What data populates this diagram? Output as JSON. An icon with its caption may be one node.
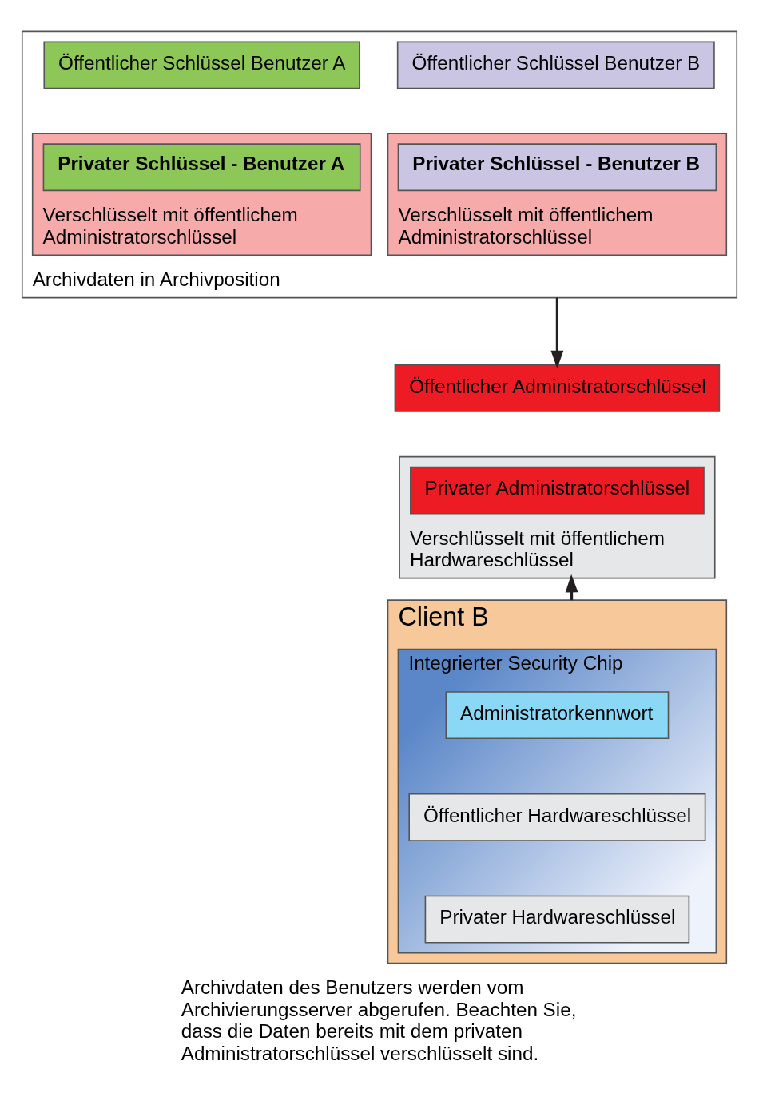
{
  "diagram": {
    "caption": "Archivdaten des Benutzers werden vom Archivierungsserver abgerufen. Beachten Sie, dass die Daten bereits mit dem privaten Administratorschlüssel verschlüsselt sind.",
    "nodes": [
      {
        "text": [
          "Archivdaten in Archivposition"
        ]
      },
      {
        "text": [
          "Öffentlicher Schlüssel Benutzer A"
        ],
        "in": 0
      },
      {
        "text": [
          "Öffentlicher Schlüssel Benutzer B"
        ],
        "in": 0
      },
      {
        "text": [
          "Verschlüsselt mit öffentlichem Administratorschlüssel"
        ],
        "in": 0
      },
      {
        "text": [
          "Privater Schlüssel - Benutzer A"
        ],
        "in": 3
      },
      {
        "text": [
          "Verschlüsselt mit öffentlichem Administratorschlüssel"
        ],
        "in": 0
      },
      {
        "text": [
          "Privater Schlüssel - Benutzer B"
        ],
        "in": 5
      },
      {
        "text": [
          "Öffentlicher Administratorschlüssel"
        ]
      },
      {
        "text": [
          "Verschlüsselt mit öffentlichem Hardwareschlüssel"
        ]
      },
      {
        "text": [
          "Privater Administratorschlüssel"
        ],
        "in": 8
      },
      {
        "text": [
          "Client B"
        ]
      },
      {
        "text": [
          "Integrierter Security Chip"
        ],
        "in": 10
      },
      {
        "text": [
          "Administratorkennwort"
        ],
        "in": 11
      },
      {
        "text": [
          "Öffentlicher Hardwareschlüssel"
        ],
        "in": 11
      },
      {
        "text": [
          "Privater Hardwareschlüssel"
        ],
        "in": 11
      }
    ],
    "edges": [
      {
        "from": 0,
        "to": 7,
        "arrow": "to"
      },
      {
        "from": 10,
        "to": 8,
        "arrow": "to"
      }
    ]
  }
}
